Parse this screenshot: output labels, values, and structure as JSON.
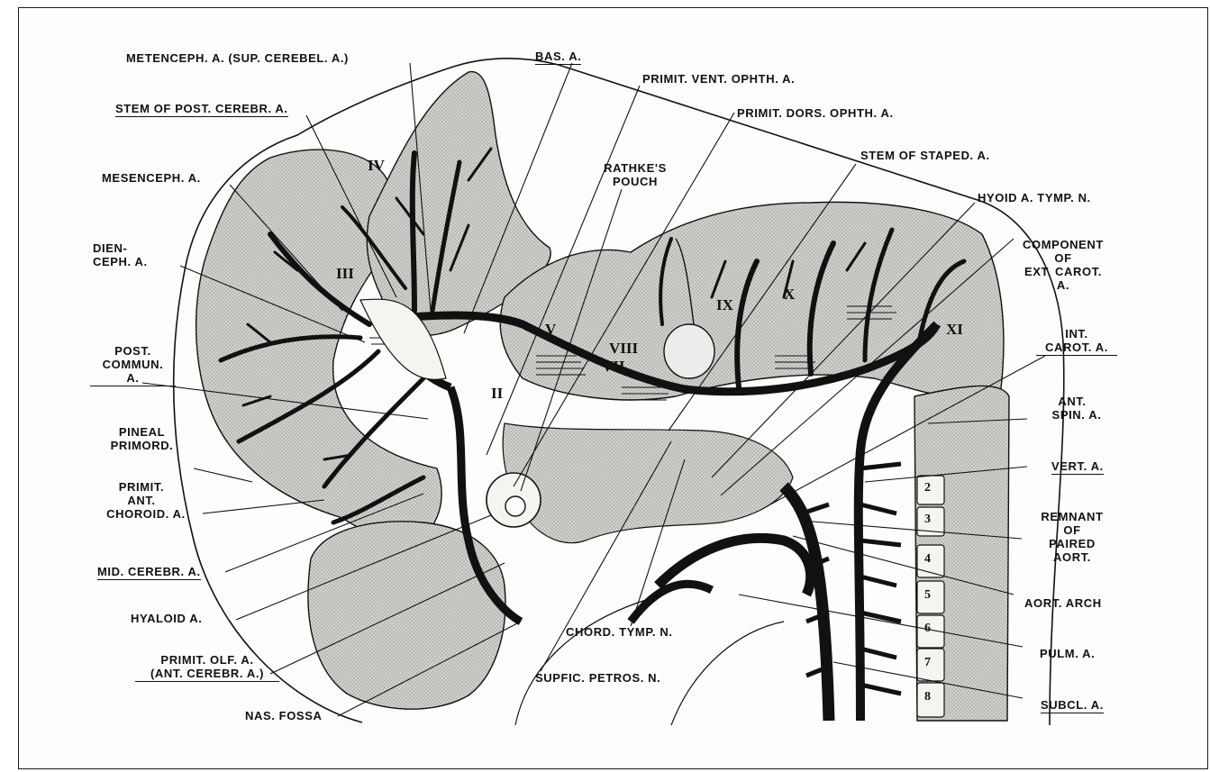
{
  "labels": {
    "metenceph": "METENCEPH. A. (SUP. CEREBEL. A.)",
    "stem_post_cerebr": "STEM OF POST. CEREBR. A.",
    "mesenceph": "MESENCEPH. A.",
    "dien_1": "DIEN-",
    "dien_2": "CEPH. A.",
    "post_commun_1": "POST.",
    "post_commun_2": "COMMUN.",
    "post_commun_3": "A.",
    "pineal_1": "PINEAL",
    "pineal_2": "PRIMORD.",
    "primit_choroid_1": "PRIMIT.",
    "primit_choroid_2": "ANT.",
    "primit_choroid_3": "CHOROID. A.",
    "mid_cerebr": "MID. CEREBR. A.",
    "hyaloid": "HYALOID A.",
    "primit_olf_1": "PRIMIT. OLF. A.",
    "primit_olf_2": "(ANT. CEREBR. A.)",
    "nas_fossa": "NAS. FOSSA",
    "bas": "BAS. A.",
    "primit_vent": "PRIMIT. VENT. OPHTH. A.",
    "primit_dors": "PRIMIT. DORS. OPHTH. A.",
    "rathke_1": "RATHKE'S",
    "rathke_2": "POUCH",
    "stem_staped": "STEM OF STAPED. A.",
    "hyoid": "HYOID A. TYMP. N.",
    "component_1": "COMPONENT",
    "component_2": "OF",
    "component_3": "EXT. CAROT.",
    "component_4": "A.",
    "int_carot_1": "INT.",
    "int_carot_2": "CAROT. A.",
    "ant_spin_1": "ANT.",
    "ant_spin_2": "SPIN. A.",
    "vert": "VERT. A.",
    "remnant_1": "REMNANT",
    "remnant_2": "OF",
    "remnant_3": "PAIRED",
    "remnant_4": "AORT.",
    "aort_arch": "AORT. ARCH",
    "pulm": "PULM. A.",
    "subcl": "SUBCL. A.",
    "chord_tymp": "CHORD. TYMP. N.",
    "supfic_petros": "SUPFIC. PETROS. N."
  },
  "nerves": {
    "n2": "II",
    "n3": "III",
    "n4": "IV",
    "n5": "V",
    "n7": "VII",
    "n8": "VIII",
    "n9": "IX",
    "n10": "X",
    "n11": "XI"
  },
  "segments": [
    "2",
    "3",
    "4",
    "5",
    "6",
    "7",
    "8"
  ],
  "colors": {
    "ink": "#111111",
    "tissue": "#c9c9c6",
    "tissue_dark": "#a9a9a5",
    "paper": "#fdfdfb"
  }
}
